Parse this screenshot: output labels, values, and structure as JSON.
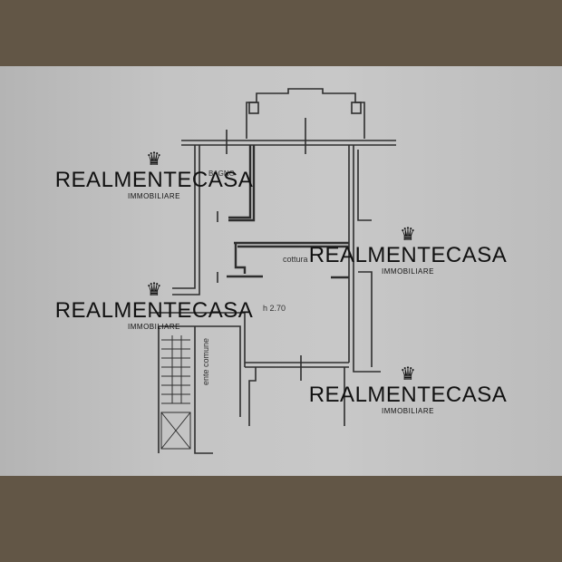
{
  "plan": {
    "rooms": {
      "bathroom": "BAGNO",
      "kitchen": "cottura",
      "common": "ente comune"
    },
    "ceiling_height": "h 2.70"
  },
  "watermark": {
    "brand": "REALMENTECASA",
    "subtitle": "IMMOBILIARE",
    "icon": "crown-icon"
  },
  "colors": {
    "frame": "#625646",
    "paper": "#c4c4c4",
    "ink": "#2a2a2a"
  }
}
